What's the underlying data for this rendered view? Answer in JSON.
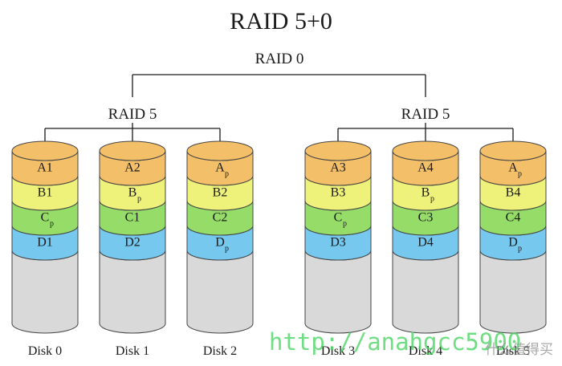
{
  "title": "RAID 5+0",
  "raid0_label": "RAID 0",
  "groups": [
    {
      "label": "RAID 5",
      "disks": [
        {
          "name": "Disk 0",
          "blocks": [
            {
              "label": "A1",
              "sub": ""
            },
            {
              "label": "B1",
              "sub": ""
            },
            {
              "label": "C",
              "sub": "p"
            },
            {
              "label": "D1",
              "sub": ""
            }
          ]
        },
        {
          "name": "Disk 1",
          "blocks": [
            {
              "label": "A2",
              "sub": ""
            },
            {
              "label": "B",
              "sub": "p"
            },
            {
              "label": "C1",
              "sub": ""
            },
            {
              "label": "D2",
              "sub": ""
            }
          ]
        },
        {
          "name": "Disk 2",
          "blocks": [
            {
              "label": "A",
              "sub": "p"
            },
            {
              "label": "B2",
              "sub": ""
            },
            {
              "label": "C2",
              "sub": ""
            },
            {
              "label": "D",
              "sub": "p"
            }
          ]
        }
      ]
    },
    {
      "label": "RAID 5",
      "disks": [
        {
          "name": "Disk 3",
          "blocks": [
            {
              "label": "A3",
              "sub": ""
            },
            {
              "label": "B3",
              "sub": ""
            },
            {
              "label": "C",
              "sub": "p"
            },
            {
              "label": "D3",
              "sub": ""
            }
          ]
        },
        {
          "name": "Disk 4",
          "blocks": [
            {
              "label": "A4",
              "sub": ""
            },
            {
              "label": "B",
              "sub": "p"
            },
            {
              "label": "C3",
              "sub": ""
            },
            {
              "label": "D4",
              "sub": ""
            }
          ]
        },
        {
          "name": "Disk 5",
          "blocks": [
            {
              "label": "A",
              "sub": "p"
            },
            {
              "label": "B4",
              "sub": ""
            },
            {
              "label": "C4",
              "sub": ""
            },
            {
              "label": "D",
              "sub": "p"
            }
          ]
        }
      ]
    }
  ],
  "colors": {
    "row_a": "#f3bf68",
    "row_b": "#eef27a",
    "row_c": "#95dd68",
    "row_d": "#76c8ee",
    "empty": "#d9d9d9"
  },
  "watermark": {
    "url": "http://anahgcc5900",
    "brand": "什么值得买"
  }
}
